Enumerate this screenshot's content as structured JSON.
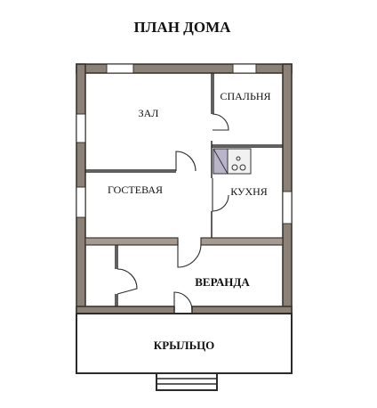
{
  "title": "ПЛАН ДОМА",
  "rooms": {
    "hall": "ЗАЛ",
    "bedroom": "СПАЛЬНЯ",
    "guest": "ГОСТЕВАЯ",
    "kitchen": "КУХНЯ",
    "veranda": "ВЕРАНДА",
    "porch": "КРЫЛЬЦО"
  },
  "colors": {
    "wall": "#8c8176",
    "line": "#2b2b2b",
    "background": "#ffffff"
  }
}
